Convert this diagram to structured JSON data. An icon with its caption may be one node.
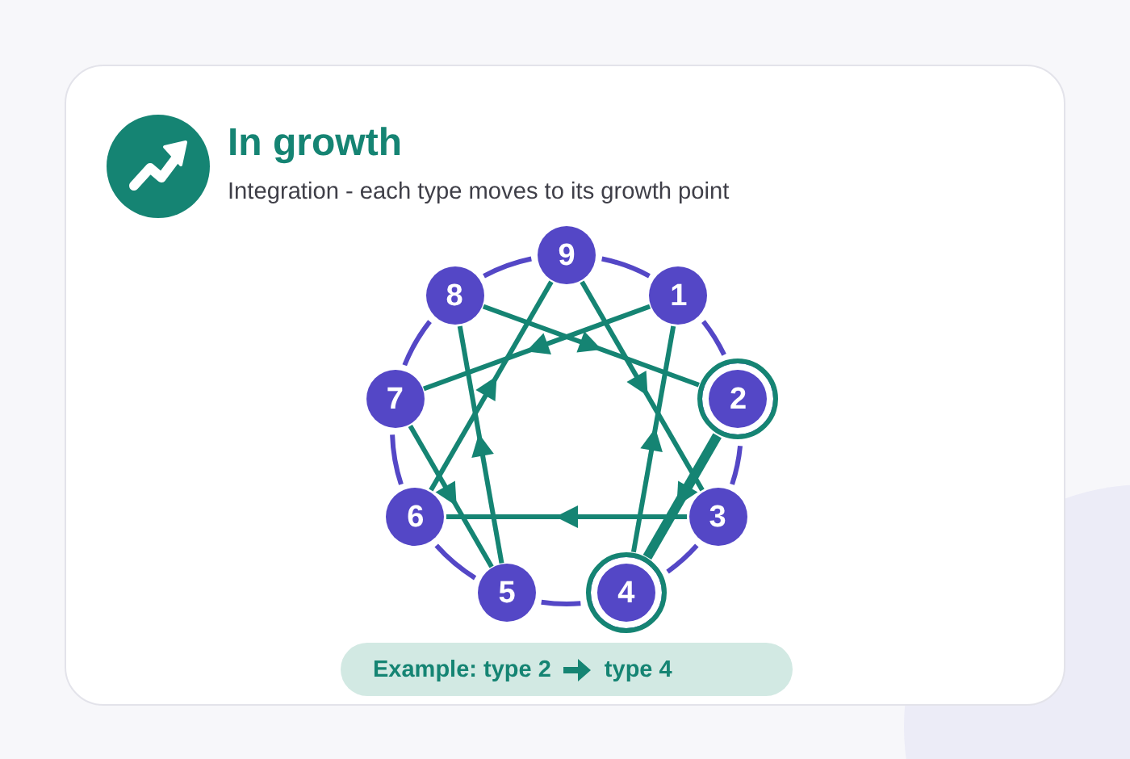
{
  "diagram": {
    "title": "In growth",
    "nodes": [
      {
        "text": [
          "9"
        ]
      },
      {
        "text": [
          "8"
        ]
      },
      {
        "text": [
          "1"
        ]
      },
      {
        "text": [
          "7"
        ]
      },
      {
        "text": [
          "2"
        ]
      },
      {
        "text": [
          "6"
        ]
      },
      {
        "text": [
          "3"
        ]
      },
      {
        "text": [
          "5"
        ]
      },
      {
        "text": [
          "4"
        ]
      },
      {
        "text": [
          "Example: type 2",
          "type 4"
        ]
      }
    ],
    "edges": [
      {
        "from": 2,
        "to": 3,
        "arrow": "to"
      },
      {
        "from": 1,
        "to": 4,
        "arrow": "to"
      },
      {
        "from": 0,
        "to": 6,
        "arrow": "to"
      },
      {
        "from": 5,
        "to": 0,
        "arrow": "to"
      },
      {
        "from": 7,
        "to": 1,
        "arrow": "to"
      },
      {
        "from": 3,
        "to": 7,
        "arrow": "to"
      },
      {
        "from": 8,
        "to": 2,
        "arrow": "to"
      },
      {
        "from": 4,
        "to": 8,
        "arrow": "to",
        "style": "thick"
      },
      {
        "from": 6,
        "to": 5,
        "arrow": "to"
      }
    ],
    "labels": [
      "Integration - each type moves to its growth point"
    ]
  }
}
